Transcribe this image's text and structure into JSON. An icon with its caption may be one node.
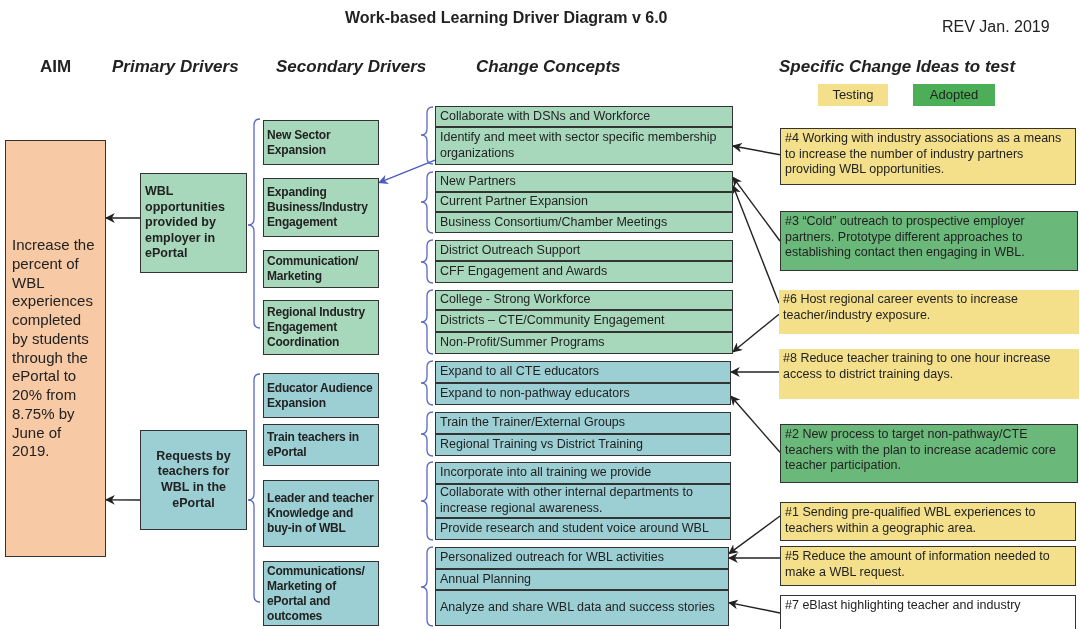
{
  "diagram": {
    "title": "Work-based Learning Driver Diagram v 6.0",
    "nodes": [
      {
        "text": [
          "Increase the percent of WBL experiences completed by students through the ePortal to 20% from 8.75% by June of 2019."
        ]
      },
      {
        "text": [
          "WBL opportunities provided by employer in ePortal"
        ]
      },
      {
        "text": [
          "Requests by teachers for WBL in the ePortal"
        ]
      },
      {
        "text": [
          "New Sector Expansion"
        ]
      },
      {
        "text": [
          "Expanding Business/Industry Engagement"
        ]
      },
      {
        "text": [
          "Communication/ Marketing"
        ]
      },
      {
        "text": [
          "Regional Industry Engagement Coordination"
        ]
      },
      {
        "text": [
          "Educator Audience Expansion"
        ]
      },
      {
        "text": [
          "Train teachers in ePortal"
        ]
      },
      {
        "text": [
          "Leader and teacher Knowledge and buy-in of WBL"
        ]
      },
      {
        "text": [
          "Communications/ Marketing of ePortal and outcomes"
        ]
      },
      {
        "text": [
          "Collaborate with DSNs and Workforce"
        ]
      },
      {
        "text": [
          "Identify and meet with sector specific membership organizations"
        ]
      },
      {
        "text": [
          "New Partners"
        ]
      },
      {
        "text": [
          "Current Partner Expansion"
        ]
      },
      {
        "text": [
          "Business Consortium/Chamber Meetings"
        ]
      },
      {
        "text": [
          "District Outreach Support"
        ]
      },
      {
        "text": [
          "CFF Engagement and Awards"
        ]
      },
      {
        "text": [
          "College - Strong Workforce"
        ]
      },
      {
        "text": [
          "Districts – CTE/Community Engagement"
        ]
      },
      {
        "text": [
          "Non-Profit/Summer Programs"
        ]
      },
      {
        "text": [
          "Expand to all CTE educators"
        ]
      },
      {
        "text": [
          "Expand to non-pathway educators"
        ]
      },
      {
        "text": [
          "Train the Trainer/External Groups"
        ]
      },
      {
        "text": [
          "Regional Training vs District Training"
        ]
      },
      {
        "text": [
          "Incorporate into all training we provide"
        ]
      },
      {
        "text": [
          "Collaborate with other internal departments to increase regional awareness."
        ]
      },
      {
        "text": [
          "Provide research and student voice around WBL"
        ]
      },
      {
        "text": [
          "Personalized outreach for WBL activities"
        ]
      },
      {
        "text": [
          "Annual Planning"
        ]
      },
      {
        "text": [
          "Analyze and share WBL data and success stories"
        ]
      },
      {
        "text": [
          "#4 Working with industry associations as a means to increase the number of industry partners providing WBL opportunities."
        ]
      },
      {
        "text": [
          "#3 “Cold” outreach to prospective employer partners. Prototype different approaches to establishing contact then engaging in WBL."
        ]
      },
      {
        "text": [
          "#6 Host regional career events to increase teacher/industry exposure."
        ]
      },
      {
        "text": [
          "#8 Reduce teacher training to one hour increase access to district training days."
        ]
      },
      {
        "text": [
          "#2 New process to target non-pathway/CTE teachers with the plan to increase academic core teacher participation."
        ]
      },
      {
        "text": [
          "#1 Sending pre-qualified WBL experiences to teachers within a geographic area."
        ]
      },
      {
        "text": [
          "#5 Reduce the amount of information needed to make a WBL request."
        ]
      },
      {
        "text": [
          "#7 eBlast highlighting teacher and industry"
        ]
      }
    ],
    "edges": [
      {
        "from": 1,
        "to": 0,
        "arrow": "to"
      },
      {
        "from": 2,
        "to": 0,
        "arrow": "to"
      },
      {
        "from": 12,
        "to": 4,
        "arrow": "to",
        "color": "#4a5cc0"
      },
      {
        "from": 31,
        "to": 12,
        "arrow": "to"
      },
      {
        "from": 32,
        "to": 13,
        "arrow": "to"
      },
      {
        "from": 33,
        "to": 13,
        "arrow": "to"
      },
      {
        "from": 33,
        "to": 20,
        "arrow": "to"
      },
      {
        "from": 34,
        "to": 21,
        "arrow": "to"
      },
      {
        "from": 35,
        "to": 22,
        "arrow": "to"
      },
      {
        "from": 36,
        "to": 28,
        "arrow": "to"
      },
      {
        "from": 37,
        "to": 28,
        "arrow": "to"
      },
      {
        "from": 38,
        "to": 30,
        "arrow": "to"
      }
    ],
    "labels": [
      "REV Jan. 2019",
      "AIM",
      "Primary Drivers",
      "Secondary Drivers",
      "Change Concepts",
      "Specific Change Ideas to test"
    ],
    "legend": [
      {
        "text": "Testing",
        "color": "#f4e08a"
      },
      {
        "text": "Adopted",
        "color": "#4caf57"
      }
    ]
  }
}
